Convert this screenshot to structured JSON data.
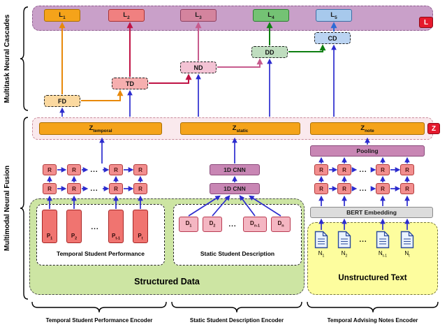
{
  "palette": {
    "arrow_blue": "#2B2BCE",
    "cascade_orange": "#E8890A",
    "cascade_red": "#C01345",
    "cascade_pink": "#C75B8D",
    "cascade_green": "#0E7F12",
    "cascade_blue": "#2E6BD6",
    "loss_band": "#C9A0C9",
    "z_box_orange": "#F5A31A",
    "structured_fill": "#CDE5A3",
    "unstructured_fill": "#FDFD9E",
    "tag_red": "#E5192D"
  },
  "side_labels": {
    "cascades": "Multitask Neural Cascades",
    "fusion": "Multimodal Neural Fusion"
  },
  "cascade": {
    "band_tag": "L",
    "losses": [
      {
        "base": "L",
        "sub": "1"
      },
      {
        "base": "L",
        "sub": "2"
      },
      {
        "base": "L",
        "sub": "3"
      },
      {
        "base": "L",
        "sub": "4"
      },
      {
        "base": "L",
        "sub": "5"
      }
    ],
    "decoders": [
      {
        "label": "FD"
      },
      {
        "label": "TD"
      },
      {
        "label": "ND"
      },
      {
        "label": "DD"
      },
      {
        "label": "CD"
      }
    ]
  },
  "z_band": {
    "tag": "Z",
    "temporal": {
      "base": "Z",
      "sub": "temporal"
    },
    "static": {
      "base": "Z",
      "sub": "static"
    },
    "note": {
      "base": "Z",
      "sub": "note"
    }
  },
  "fusion": {
    "r_label": "R",
    "ellipsis": "...",
    "cnn_label": "1D CNN",
    "pooling_label": "Pooling",
    "bert_label": "BERT Embedding",
    "structured": {
      "title": "Structured Data",
      "temporal": {
        "title": "Temporal Student Performance",
        "items": [
          {
            "base": "P",
            "sub": "1"
          },
          {
            "base": "P",
            "sub": "2"
          },
          {
            "base": "P",
            "sub": "t-1"
          },
          {
            "base": "P",
            "sub": "t"
          }
        ]
      },
      "static": {
        "title": "Static Student Description",
        "items": [
          {
            "base": "D",
            "sub": "1"
          },
          {
            "base": "D",
            "sub": "2"
          },
          {
            "base": "D",
            "sub": "n-1"
          },
          {
            "base": "D",
            "sub": "n"
          }
        ]
      }
    },
    "unstructured": {
      "title": "Unstructured Text",
      "items": [
        {
          "base": "N",
          "sub": "1"
        },
        {
          "base": "N",
          "sub": "2"
        },
        {
          "base": "N",
          "sub": "t-1"
        },
        {
          "base": "N",
          "sub": "t"
        }
      ]
    }
  },
  "footer": {
    "encoders": [
      {
        "label": "Temporal Student Performance Encoder"
      },
      {
        "label": "Static Student Description Encoder"
      },
      {
        "label": "Temporal Advising Notes Encoder"
      }
    ]
  }
}
